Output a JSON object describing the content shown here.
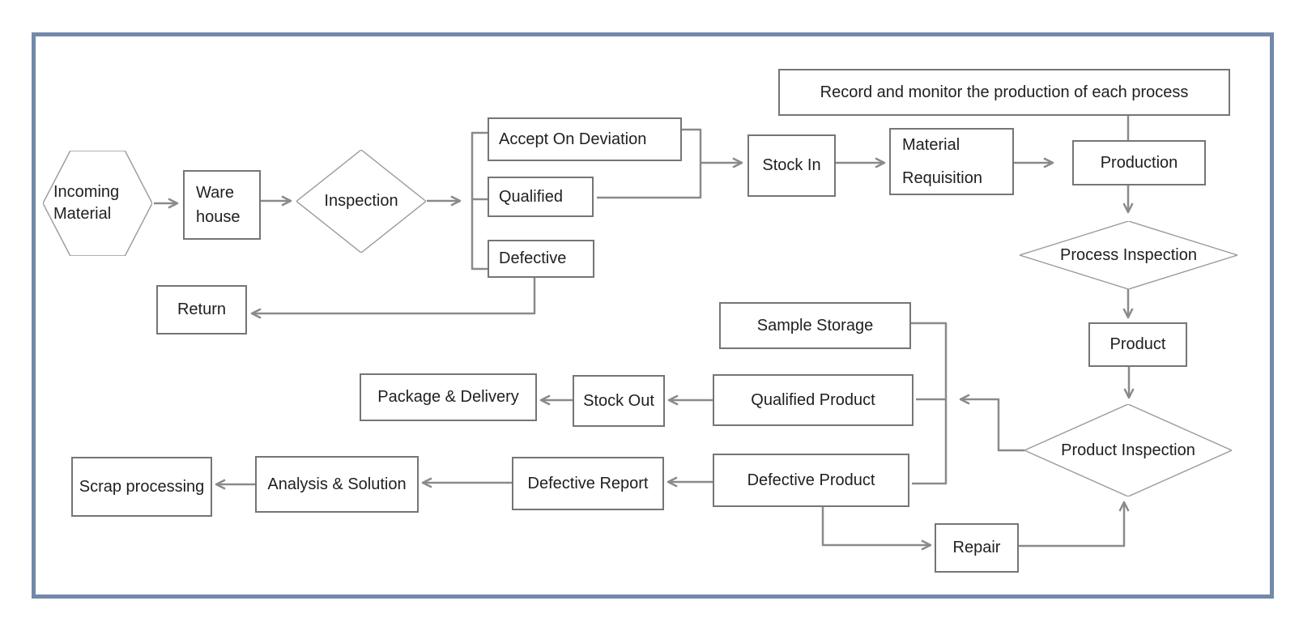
{
  "diagram": {
    "colors": {
      "page_border": "#7289a9",
      "box_border": "#757575",
      "diamond_border": "#999999",
      "connector": "#8a8a8a",
      "text": "#1f1f1f",
      "background": "#ffffff"
    },
    "nodes": [
      {
        "id": "incoming-material",
        "label": "Incoming Material",
        "shape": "hexagon"
      },
      {
        "id": "warehouse",
        "label": "Ware house",
        "shape": "rect"
      },
      {
        "id": "inspection",
        "label": "Inspection",
        "shape": "diamond"
      },
      {
        "id": "accept-on-deviation",
        "label": "Accept On Deviation",
        "shape": "rect"
      },
      {
        "id": "qualified",
        "label": "Qualified",
        "shape": "rect"
      },
      {
        "id": "defective",
        "label": "Defective",
        "shape": "rect"
      },
      {
        "id": "return",
        "label": "Return",
        "shape": "rect"
      },
      {
        "id": "stock-in",
        "label": "Stock In",
        "shape": "rect"
      },
      {
        "id": "material-requisition",
        "label": "Material Requisition",
        "shape": "rect"
      },
      {
        "id": "production",
        "label": "Production",
        "shape": "rect"
      },
      {
        "id": "record-monitor",
        "label": "Record and monitor the production of each process",
        "shape": "rect"
      },
      {
        "id": "process-inspection",
        "label": "Process Inspection",
        "shape": "diamond"
      },
      {
        "id": "product",
        "label": "Product",
        "shape": "rect"
      },
      {
        "id": "product-inspection",
        "label": "Product Inspection",
        "shape": "diamond"
      },
      {
        "id": "sample-storage",
        "label": "Sample Storage",
        "shape": "rect"
      },
      {
        "id": "qualified-product",
        "label": "Qualified Product",
        "shape": "rect"
      },
      {
        "id": "defective-product",
        "label": "Defective Product",
        "shape": "rect"
      },
      {
        "id": "stock-out",
        "label": "Stock Out",
        "shape": "rect"
      },
      {
        "id": "package-delivery",
        "label": "Package & Delivery",
        "shape": "rect"
      },
      {
        "id": "defective-report",
        "label": "Defective Report",
        "shape": "rect"
      },
      {
        "id": "analysis-solution",
        "label": "Analysis & Solution",
        "shape": "rect"
      },
      {
        "id": "scrap-processing",
        "label": "Scrap processing",
        "shape": "rect"
      },
      {
        "id": "repair",
        "label": "Repair",
        "shape": "rect"
      }
    ],
    "edges": [
      {
        "from": "incoming-material",
        "to": "warehouse"
      },
      {
        "from": "warehouse",
        "to": "inspection"
      },
      {
        "from": "inspection",
        "to": "accept-on-deviation"
      },
      {
        "from": "inspection",
        "to": "qualified"
      },
      {
        "from": "inspection",
        "to": "defective"
      },
      {
        "from": "accept-on-deviation",
        "to": "stock-in"
      },
      {
        "from": "qualified",
        "to": "stock-in"
      },
      {
        "from": "defective",
        "to": "return"
      },
      {
        "from": "stock-in",
        "to": "material-requisition"
      },
      {
        "from": "material-requisition",
        "to": "production"
      },
      {
        "from": "record-monitor",
        "to": "production"
      },
      {
        "from": "production",
        "to": "process-inspection"
      },
      {
        "from": "process-inspection",
        "to": "product"
      },
      {
        "from": "product",
        "to": "product-inspection"
      },
      {
        "from": "product-inspection",
        "to": "sample-storage"
      },
      {
        "from": "product-inspection",
        "to": "qualified-product"
      },
      {
        "from": "product-inspection",
        "to": "defective-product"
      },
      {
        "from": "qualified-product",
        "to": "stock-out"
      },
      {
        "from": "stock-out",
        "to": "package-delivery"
      },
      {
        "from": "defective-product",
        "to": "defective-report"
      },
      {
        "from": "defective-report",
        "to": "analysis-solution"
      },
      {
        "from": "analysis-solution",
        "to": "scrap-processing"
      },
      {
        "from": "defective-product",
        "to": "repair"
      },
      {
        "from": "repair",
        "to": "product-inspection"
      }
    ]
  }
}
